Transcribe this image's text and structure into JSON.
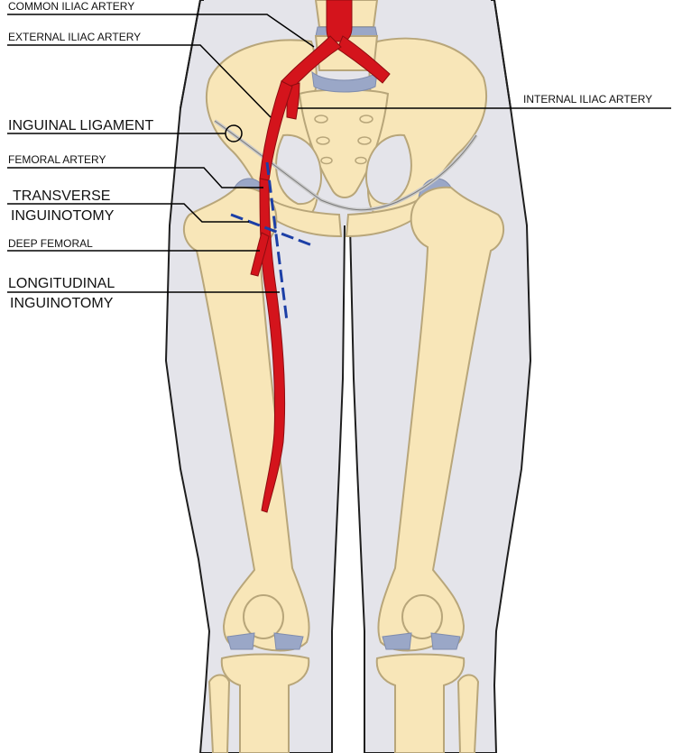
{
  "labels": {
    "common_iliac": "COMMON ILIAC ARTERY",
    "external_iliac": "EXTERNAL ILIAC ARTERY",
    "internal_iliac": "INTERNAL ILIAC ARTERY",
    "inguinal_ligament": "INGUINAL LIGAMENT",
    "femoral_artery": "FEMORAL ARTERY",
    "transverse_line1": "TRANSVERSE",
    "transverse_line2": "INGUINOTOMY",
    "deep_femoral": "DEEP FEMORAL",
    "longitudinal_line1": "LONGITUDINAL",
    "longitudinal_line2": "INGUINOTOMY"
  },
  "colors": {
    "skin": "#e4e4ea",
    "skin_outline": "#1e1e1e",
    "bone": "#f8e6b8",
    "bone_outline": "#b8a67a",
    "cartilage": "#9aa7c7",
    "artery": "#d4141c",
    "incision": "#1c3fa6",
    "leader": "#000000"
  },
  "icons": {
    "ligament_marker": "circle-marker-icon"
  }
}
